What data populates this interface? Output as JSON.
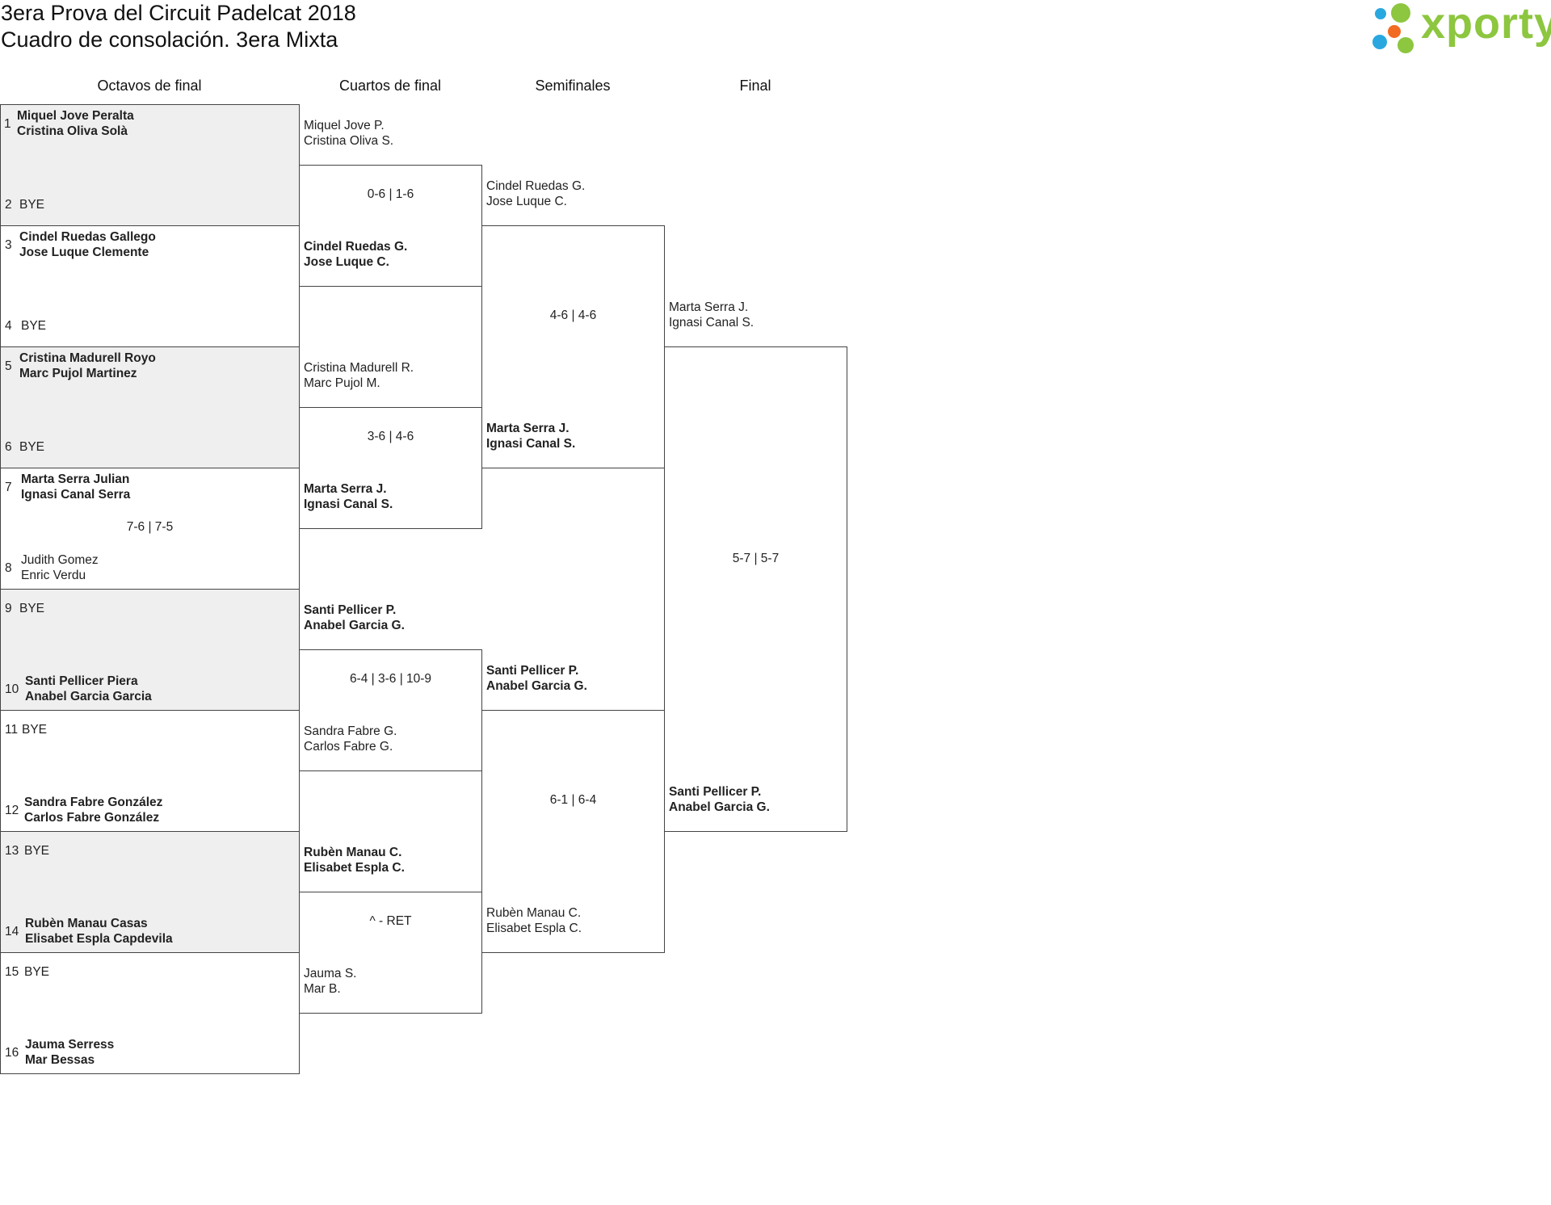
{
  "title": {
    "line1": "3era Prova del Circuit Padelcat 2018",
    "line2": "Cuadro de consolación. 3era Mixta"
  },
  "logo": {
    "text": "xporty",
    "colors": [
      "#8dc63f",
      "#29a8e0",
      "#f26b22"
    ]
  },
  "rounds": {
    "r16": "Octavos de final",
    "qf": "Cuartos de final",
    "sf": "Semifinales",
    "f": "Final"
  },
  "octavos": [
    {
      "seed": "1",
      "line1": "Miquel Jove Peralta",
      "line2": "Cristina Oliva Solà"
    },
    {
      "seed": "2",
      "line1": "BYE",
      "line2": ""
    },
    {
      "seed": "3",
      "line1": "Cindel Ruedas Gallego",
      "line2": "Jose Luque Clemente"
    },
    {
      "seed": "4",
      "line1": "BYE",
      "line2": ""
    },
    {
      "seed": "5",
      "line1": "Cristina Madurell Royo",
      "line2": "Marc Pujol Martinez"
    },
    {
      "seed": "6",
      "line1": "BYE",
      "line2": ""
    },
    {
      "seed": "7",
      "line1": "Marta Serra Julian",
      "line2": "Ignasi Canal Serra"
    },
    {
      "seed": "8",
      "line1": "Judith Gomez",
      "line2": "Enric Verdu"
    },
    {
      "seed": "9",
      "line1": "BYE",
      "line2": ""
    },
    {
      "seed": "10",
      "line1": "Santi Pellicer Piera",
      "line2": "Anabel Garcia Garcia"
    },
    {
      "seed": "11",
      "line1": "BYE",
      "line2": ""
    },
    {
      "seed": "12",
      "line1": "Sandra Fabre González",
      "line2": "Carlos Fabre González"
    },
    {
      "seed": "13",
      "line1": "BYE",
      "line2": ""
    },
    {
      "seed": "14",
      "line1": "Rubèn Manau Casas",
      "line2": "Elisabet Espla Capdevila"
    },
    {
      "seed": "15",
      "line1": "BYE",
      "line2": ""
    },
    {
      "seed": "16",
      "line1": "Jauma Serress",
      "line2": "Mar Bessas"
    }
  ],
  "octavos_scores": [
    "",
    "",
    "",
    "7-6 | 7-5",
    "",
    "",
    "",
    ""
  ],
  "cuartos": [
    {
      "line1": "Miquel Jove P.",
      "line2": "Cristina Oliva S."
    },
    {
      "line1": "Cindel Ruedas G.",
      "line2": "Jose Luque C."
    },
    {
      "line1": "Cristina Madurell R.",
      "line2": "Marc Pujol M."
    },
    {
      "line1": "Marta Serra J.",
      "line2": "Ignasi Canal S."
    },
    {
      "line1": "Santi Pellicer P.",
      "line2": "Anabel Garcia G."
    },
    {
      "line1": "Sandra Fabre G.",
      "line2": "Carlos Fabre G."
    },
    {
      "line1": "Rubèn Manau C.",
      "line2": "Elisabet Espla C."
    },
    {
      "line1": "Jauma S.",
      "line2": "Mar B."
    }
  ],
  "cuartos_scores": [
    "0-6 | 1-6",
    "3-6 | 4-6",
    "6-4 | 3-6 | 10-9",
    "^ - RET"
  ],
  "semis": [
    {
      "line1": "Cindel Ruedas G.",
      "line2": "Jose Luque C."
    },
    {
      "line1": "Marta Serra J.",
      "line2": "Ignasi Canal S."
    },
    {
      "line1": "Santi Pellicer P.",
      "line2": "Anabel Garcia G."
    },
    {
      "line1": "Rubèn Manau C.",
      "line2": "Elisabet Espla C."
    }
  ],
  "semis_scores": [
    "4-6 | 4-6",
    "6-1 | 6-4"
  ],
  "final": [
    {
      "line1": "Marta Serra J.",
      "line2": "Ignasi Canal S."
    },
    {
      "line1": "Santi Pellicer P.",
      "line2": "Anabel Garcia G."
    }
  ],
  "final_score": "5-7 | 5-7"
}
